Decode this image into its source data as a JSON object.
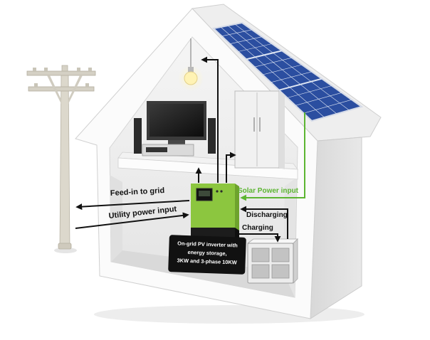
{
  "labels": {
    "feed_in": "Feed-in to grid",
    "utility_input": "Utility power input",
    "solar_input": "Solar Power input",
    "discharging": "Discharging",
    "charging": "Charging",
    "inverter_caption": [
      "On-grid PV inverter with",
      "energy storage,",
      "3KW and 3-phase 10KW"
    ]
  },
  "colors": {
    "inverter_body": "#8cc63f",
    "solar_line": "#5cb531",
    "solar_panel": "#2b4ea0",
    "caption_bg": "#111111",
    "arrow": "#111111"
  }
}
